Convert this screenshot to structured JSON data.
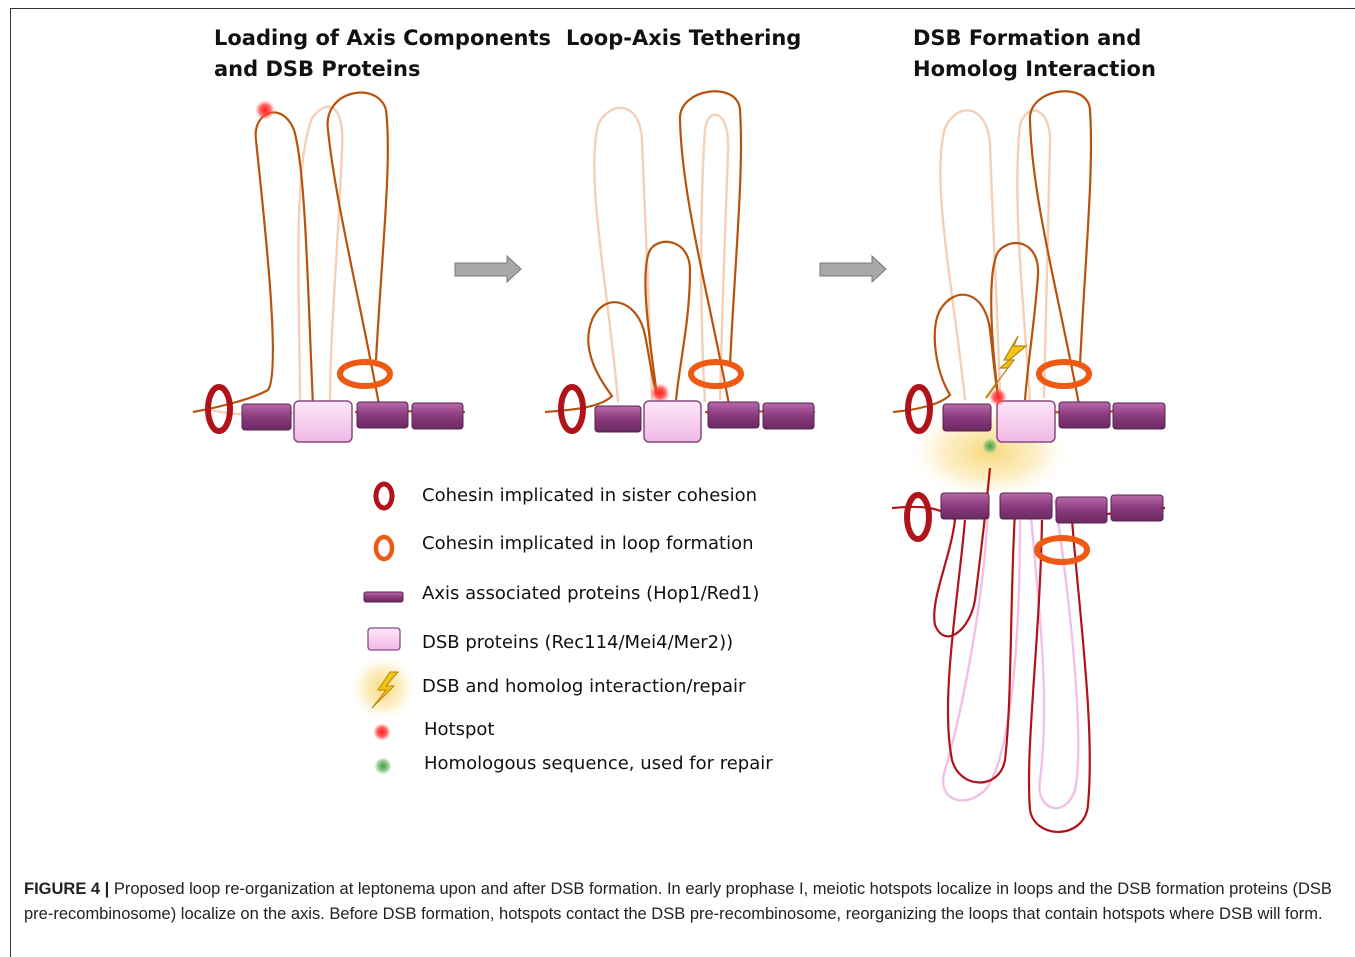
{
  "panels": [
    {
      "title_line1": "Loading of Axis Components",
      "title_line2": "and DSB Proteins"
    },
    {
      "title_line1": "Loop-Axis Tethering",
      "title_line2": ""
    },
    {
      "title_line1": "DSB Formation and",
      "title_line2": "Homolog Interaction"
    }
  ],
  "legend": [
    {
      "icon": "cohesin-sister-ring",
      "label": "Cohesin implicated in sister cohesion",
      "color": "#b0141a"
    },
    {
      "icon": "cohesin-loop-ring",
      "label": "Cohesin implicated in loop formation",
      "color": "#ee5a14"
    },
    {
      "icon": "axis-protein-bar",
      "label": "Axis associated proteins (Hop1/Red1)",
      "color": "#8a3a7e"
    },
    {
      "icon": "dsb-protein-block",
      "label": "DSB proteins  (Rec114/Mei4/Mer2))",
      "color": "#f3c6ec"
    },
    {
      "icon": "lightning-icon",
      "label": "DSB  and homolog  interaction/repair",
      "color": "#f2c318"
    },
    {
      "icon": "hotspot-dot",
      "label": "Hotspot",
      "color": "#ff2a2a"
    },
    {
      "icon": "homologous-dot",
      "label": "Homologous  sequence, used for repair",
      "color": "#5aa84a"
    }
  ],
  "caption": {
    "label": "FIGURE 4 |",
    "text": " Proposed loop re-organization at leptonema upon and after DSB formation. In early prophase I, meiotic hotspots localize in loops and the DSB formation proteins (DSB pre-recombinosome) localize on the axis. Before DSB formation, hotspots contact the DSB pre-recombinosome, reorganizing the loops that contain hotspots where DSB will form."
  }
}
